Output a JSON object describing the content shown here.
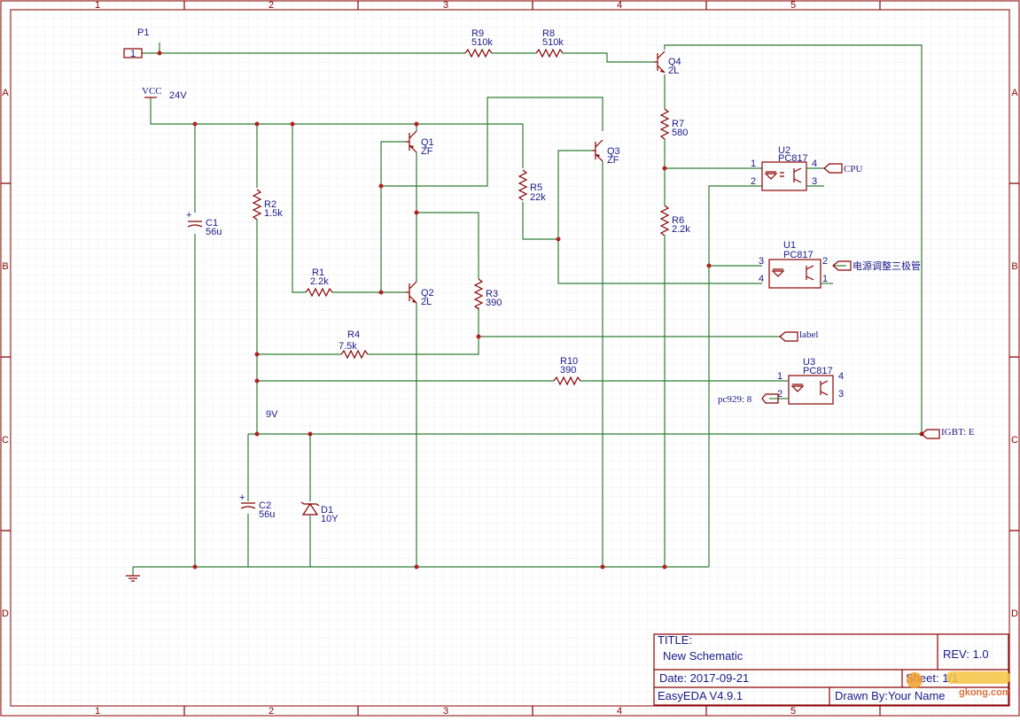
{
  "frame": {
    "columns": [
      "1",
      "2",
      "3",
      "4",
      "5"
    ],
    "rows": [
      "A",
      "B",
      "C",
      "D"
    ]
  },
  "title_block": {
    "title_label": "TITLE:",
    "title": "New Schematic",
    "rev": "REV: 1.0",
    "date": "Date:   2017-09-21",
    "sheet": "Sheet: 1/1",
    "tool": "EasyEDA V4.9.1",
    "drawn_by": "Drawn By:Your Name"
  },
  "watermark": "gkong.com",
  "components": {
    "P1": {
      "ref": "P1",
      "pin": "1"
    },
    "VCC": {
      "ref": "VCC",
      "val": "24V"
    },
    "R9": {
      "ref": "R9",
      "val": "510k"
    },
    "R8": {
      "ref": "R8",
      "val": "510k"
    },
    "Q4": {
      "ref": "Q4",
      "val": "2L"
    },
    "R7": {
      "ref": "R7",
      "val": "580"
    },
    "R6": {
      "ref": "R6",
      "val": "2.2k"
    },
    "Q1": {
      "ref": "Q1",
      "val": "ZF"
    },
    "Q3": {
      "ref": "Q3",
      "val": "ZF"
    },
    "Q2": {
      "ref": "Q2",
      "val": "2L"
    },
    "R5": {
      "ref": "R5",
      "val": "22k"
    },
    "R2": {
      "ref": "R2",
      "val": "1.5k"
    },
    "R1": {
      "ref": "R1",
      "val": "2.2k"
    },
    "R3": {
      "ref": "R3",
      "val": "390"
    },
    "R4": {
      "ref": "R4",
      "val": "7.5k"
    },
    "R10": {
      "ref": "R10",
      "val": "390"
    },
    "C1": {
      "ref": "C1",
      "val": "56u"
    },
    "C2": {
      "ref": "C2",
      "val": "56u"
    },
    "D1": {
      "ref": "D1",
      "val": "10Y"
    },
    "U2": {
      "ref": "U2",
      "val": "PC817",
      "pins": [
        "1",
        "2",
        "4",
        "3"
      ]
    },
    "U1": {
      "ref": "U1",
      "val": "PC817",
      "pins": [
        "3",
        "4",
        "2",
        "1"
      ]
    },
    "U3": {
      "ref": "U3",
      "val": "PC817",
      "pins": [
        "1",
        "2",
        "4",
        "3"
      ]
    }
  },
  "net_labels": {
    "cpu": "CPU",
    "transistor": "电源调整三极管",
    "label": "label",
    "pc929": "pc929: 8",
    "igbt": "IGBT: E",
    "v9": "9V"
  },
  "colors": {
    "wire": "#2e7d32",
    "component": "#8b0000",
    "text": "#1a1a8c",
    "grid": "#e6e6e6"
  }
}
